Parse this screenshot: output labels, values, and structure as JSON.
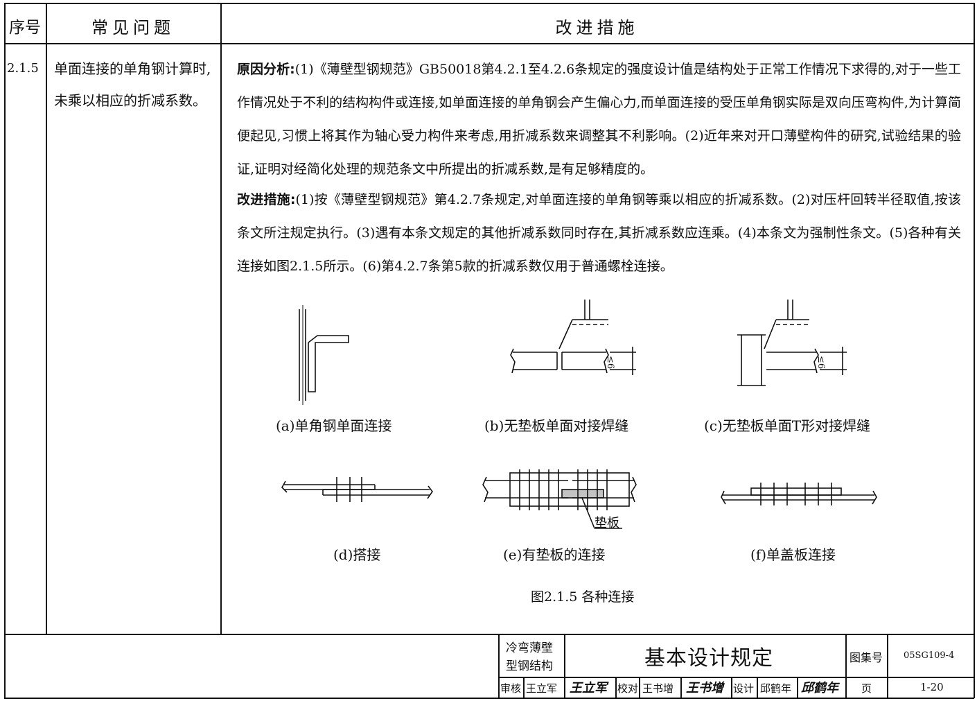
{
  "header": {
    "col_no": "序号",
    "col_problem": "常见问题",
    "col_measure": "改进措施"
  },
  "row": {
    "no": "2.1.5",
    "problem_line1": "单面连接的单角钢计算时,",
    "problem_line2": "未乘以相应的折减系数。",
    "analysis_label": "原因分析:",
    "analysis_text": "(1)《薄壁型钢规范》GB50018第4.2.1至4.2.6条规定的强度设计值是结构处于正常工作情况下求得的,对于一些工作情况处于不利的结构构件或连接,如单面连接的单角钢会产生偏心力,而单面连接的受压单角钢实际是双向压弯构件,为计算简便起见,习惯上将其作为轴心受力构件来考虑,用折减系数来调整其不利影响。(2)近年来对开口薄壁构件的研究,试验结果的验证,证明对经简化处理的规范条文中所提出的折减系数,是有足够精度的。",
    "measure_label": "改进措施:",
    "measure_text": "(1)按《薄壁型钢规范》第4.2.7条规定,对单面连接的单角钢等乘以相应的折减系数。(2)对压杆回转半径取值,按该条文所注规定执行。(3)遇有本条文规定的其他折减系数同时存在,其折减系数应连乘。(4)本条文为强制性条文。(5)各种有关连接如图2.1.5所示。(6)第4.2.7条第5款的折减系数仅用于普通螺栓连接。"
  },
  "figures": {
    "a": "(a)单角钢单面连接",
    "b": "(b)无垫板单面对接焊缝",
    "c": "(c)无垫板单面T形对接焊缝",
    "d": "(d)搭接",
    "e": "(e)有垫板的连接",
    "f": "(f)单盖板连接",
    "pad_label": "垫板",
    "dim_label": "≤6",
    "caption": "图2.1.5 各种连接"
  },
  "title_block": {
    "category_line1": "冷弯薄壁",
    "category_line2": "型钢结构",
    "title": "基本设计规定",
    "atlas_label": "图集号",
    "atlas_no": "05SG109-4",
    "review_label": "审核",
    "reviewer": "王立军",
    "check_label": "校对",
    "checker": "王书增",
    "design_label": "设计",
    "designer": "邱鹤年",
    "page_label": "页",
    "page_no": "1-20"
  }
}
